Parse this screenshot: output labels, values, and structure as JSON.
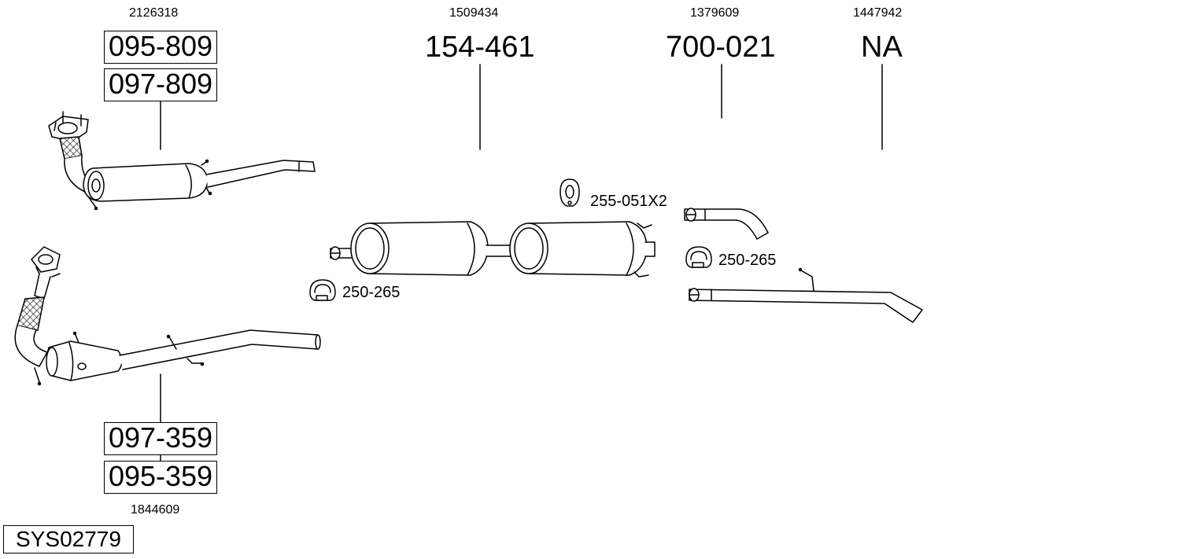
{
  "system_code": "SYS02779",
  "groups": {
    "front_pipe_top": {
      "ref": "2126318",
      "codes": [
        "095-809",
        "097-809"
      ]
    },
    "front_pipe_bottom": {
      "ref": "1844609",
      "codes": [
        "097-359",
        "095-359"
      ]
    },
    "middle_silencer": {
      "ref": "1509434",
      "code": "154-461"
    },
    "rear_bend": {
      "ref": "1379609",
      "code": "700-021"
    },
    "tail_pipe": {
      "ref": "1447942",
      "code": "NA"
    }
  },
  "callouts": {
    "rubber_mount": "255-051X2",
    "clamp_left": "250-265",
    "clamp_right": "250-265"
  }
}
